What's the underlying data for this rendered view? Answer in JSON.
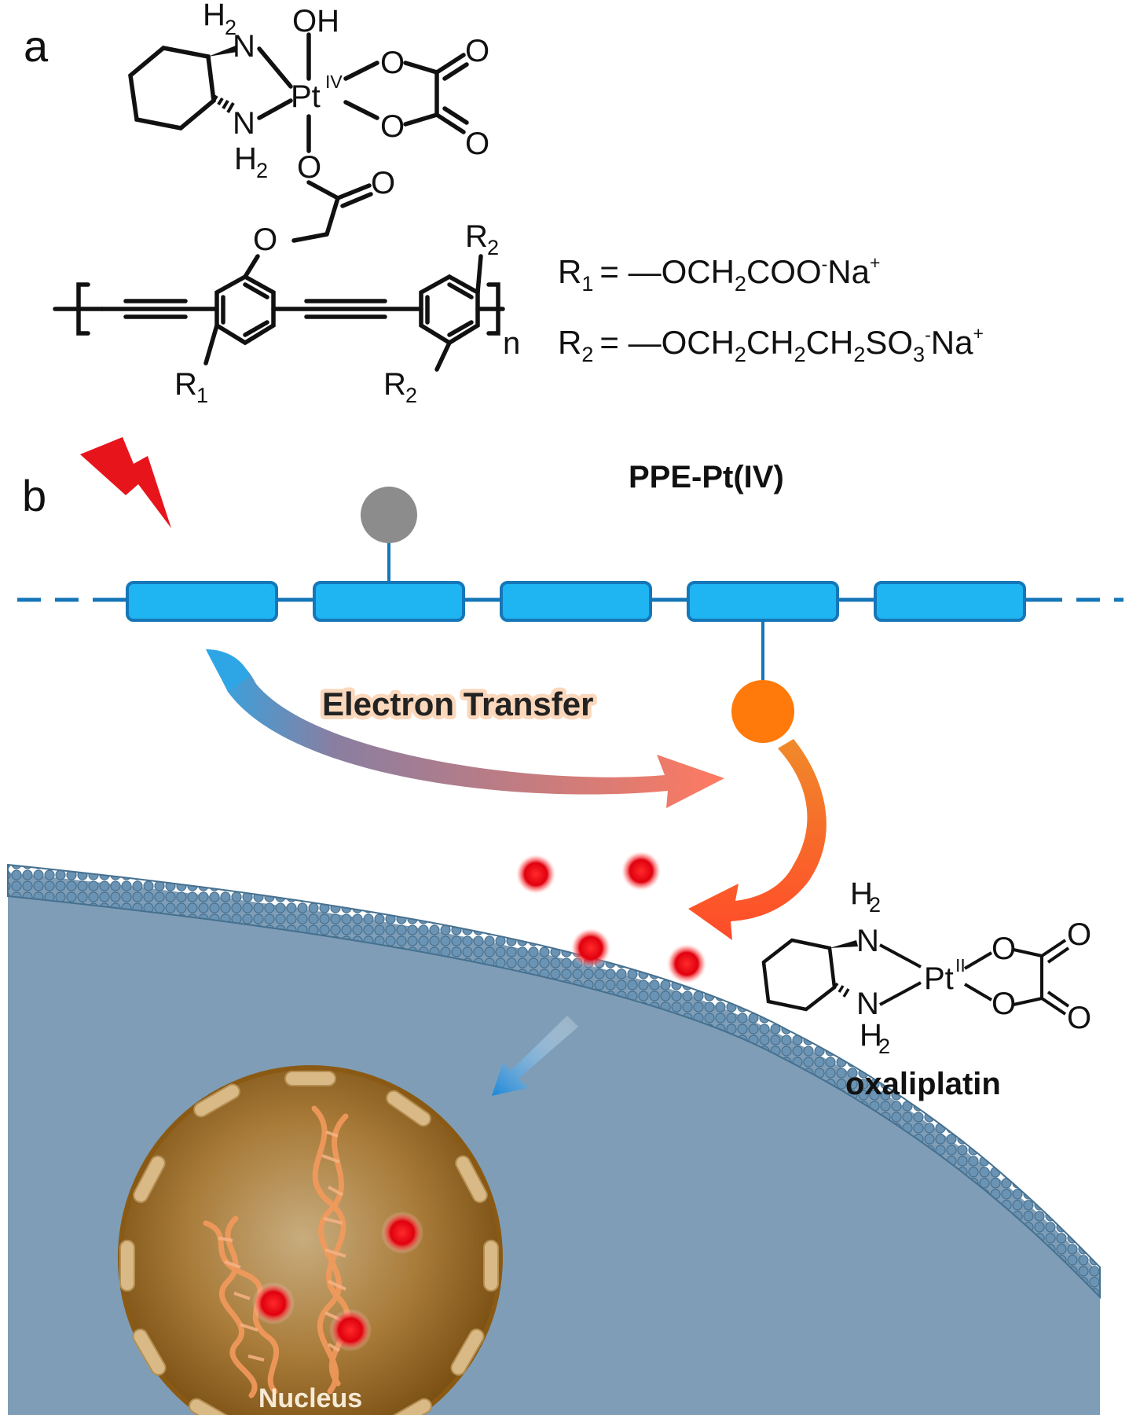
{
  "panels": {
    "a": "a",
    "b": "b"
  },
  "structure_a": {
    "atoms": {
      "n": "N",
      "h": "H",
      "oh": "OH",
      "pt": "Pt",
      "o": "O",
      "n_index": "n"
    },
    "sub_2": "2",
    "pt_oxidation": "IV",
    "r1_symbol": "R",
    "r1_index": "1",
    "r2_symbol": "R",
    "r2_index": "2"
  },
  "definitions": {
    "r1_lhs": "R",
    "r1_lhs_index": "1",
    "r1_rhs_part1": "= —OCH",
    "r1_rhs_sub": "2",
    "r1_rhs_part2": "COO",
    "r1_rhs_sup": "-",
    "r1_rhs_part3": "Na",
    "r1_rhs_sup2": "+",
    "r2_lhs": "R",
    "r2_lhs_index": "2",
    "r2_rhs_p1": "= —OCH",
    "r2_rhs_s1": "2",
    "r2_rhs_p2": "CH",
    "r2_rhs_s2": "2",
    "r2_rhs_p3": "CH",
    "r2_rhs_s3": "2",
    "r2_rhs_p4": "SO",
    "r2_rhs_s4": "3",
    "r2_rhs_sup": "-",
    "r2_rhs_p5": "Na",
    "r2_rhs_sup2": "+"
  },
  "scheme_b": {
    "polymer_label": "PPE-Pt(IV)",
    "electron_transfer_label": "Electron Transfer",
    "product_name": "oxaliplatin",
    "product_pt_oxidation": "II",
    "nucleus_label": "Nucleus"
  },
  "colors": {
    "chain": "#1fa8e8",
    "chain_stroke": "#1577b8",
    "side_gray": "#8c8c8c",
    "side_orange": "#ff7a0a",
    "lightning": "#e8141c",
    "drug_red": "#e0000e",
    "cell": "#7b9bb5",
    "membrane": "#5f88aa",
    "nucleus": "#9a6a22"
  },
  "icons": [
    "lightning-icon"
  ]
}
